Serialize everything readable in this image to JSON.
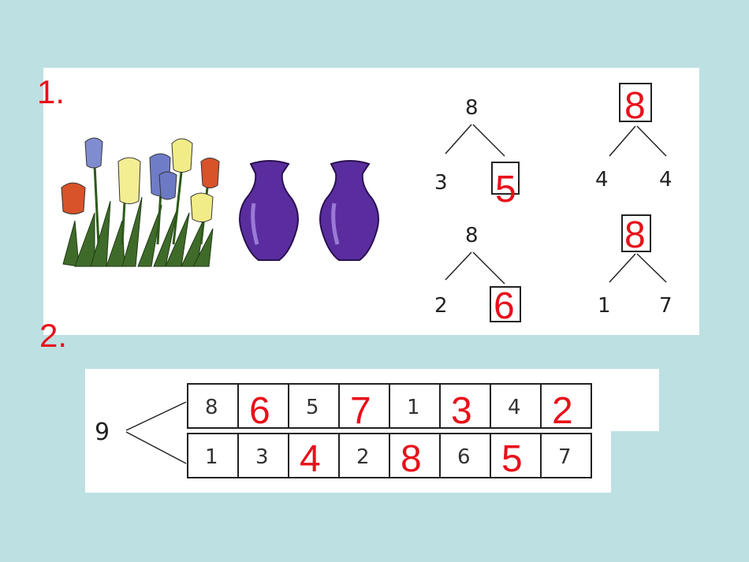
{
  "section_labels": [
    "1.",
    "2."
  ],
  "trees": [
    {
      "top": "8",
      "left": "3",
      "right": "5",
      "answer_pos": "right"
    },
    {
      "top": "8",
      "left": "4",
      "right": "4",
      "answer_pos": "top"
    },
    {
      "top": "8",
      "left": "2",
      "right": "6",
      "answer_pos": "right"
    },
    {
      "top": "8",
      "left": "1",
      "right": "7",
      "answer_pos": "top"
    }
  ],
  "decomposition": {
    "total": "9",
    "row1": [
      "8",
      "6",
      "5",
      "7",
      "1",
      "3",
      "4",
      "2"
    ],
    "row2": [
      "1",
      "3",
      "4",
      "2",
      "8",
      "6",
      "5",
      "7"
    ],
    "row1_red": [
      false,
      true,
      false,
      true,
      false,
      true,
      false,
      true
    ],
    "row2_red": [
      false,
      false,
      true,
      false,
      true,
      false,
      true,
      false
    ]
  },
  "colors": {
    "background": "#bde0e2",
    "answer_red": "#e8101a",
    "vase_purple": "#5a2d9e"
  },
  "icons": [
    "tulip-bouquet-icon",
    "vase-icon",
    "vase-icon"
  ]
}
